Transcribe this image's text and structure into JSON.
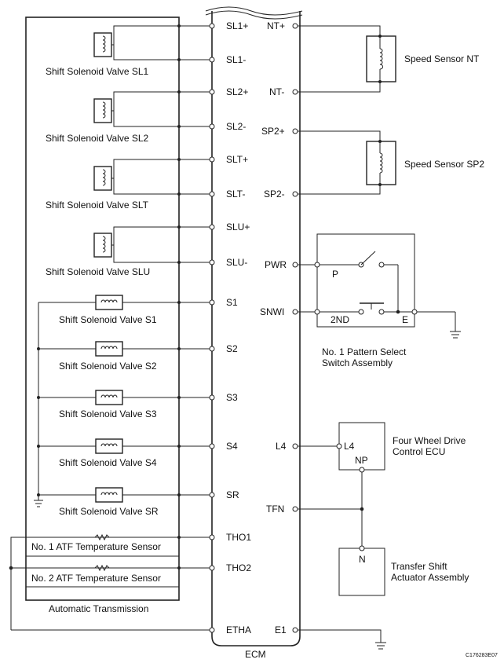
{
  "ecm": {
    "name": "ECM",
    "left_pins": [
      "SL1+",
      "SL1-",
      "SL2+",
      "SL2-",
      "SLT+",
      "SLT-",
      "SLU+",
      "SLU-",
      "S1",
      "S2",
      "S3",
      "S4",
      "SR",
      "THO1",
      "THO2",
      "ETHA"
    ],
    "right_pins": [
      "NT+",
      "NT-",
      "SP2+",
      "SP2-",
      "PWR",
      "SNWI",
      "L4",
      "TFN",
      "E1"
    ]
  },
  "transmission": {
    "label": "Automatic Transmission",
    "pair_solenoids": [
      "Shift Solenoid Valve SL1",
      "Shift Solenoid Valve SL2",
      "Shift Solenoid Valve SLT",
      "Shift Solenoid Valve SLU"
    ],
    "single_solenoids": [
      "Shift Solenoid Valve S1",
      "Shift Solenoid Valve S2",
      "Shift Solenoid Valve S3",
      "Shift Solenoid Valve S4",
      "Shift Solenoid Valve SR"
    ],
    "temp_sensors": [
      "No. 1 ATF Temperature Sensor",
      "No. 2 ATF Temperature Sensor"
    ]
  },
  "speed_sensors": [
    "Speed Sensor NT",
    "Speed Sensor SP2"
  ],
  "pattern_switch": {
    "label_line1": "No. 1 Pattern Select",
    "label_line2": "Switch Assembly",
    "terminals": {
      "p": "P",
      "second": "2ND",
      "e": "E"
    }
  },
  "four_wd_ecu": {
    "label_line1": "Four Wheel Drive",
    "label_line2": "Control ECU",
    "terminals": {
      "l4": "L4",
      "np": "NP"
    }
  },
  "transfer_actuator": {
    "label_line1": "Transfer Shift",
    "label_line2": "Actuator Assembly",
    "terminal": "N"
  },
  "figure_code": "C176283E07"
}
